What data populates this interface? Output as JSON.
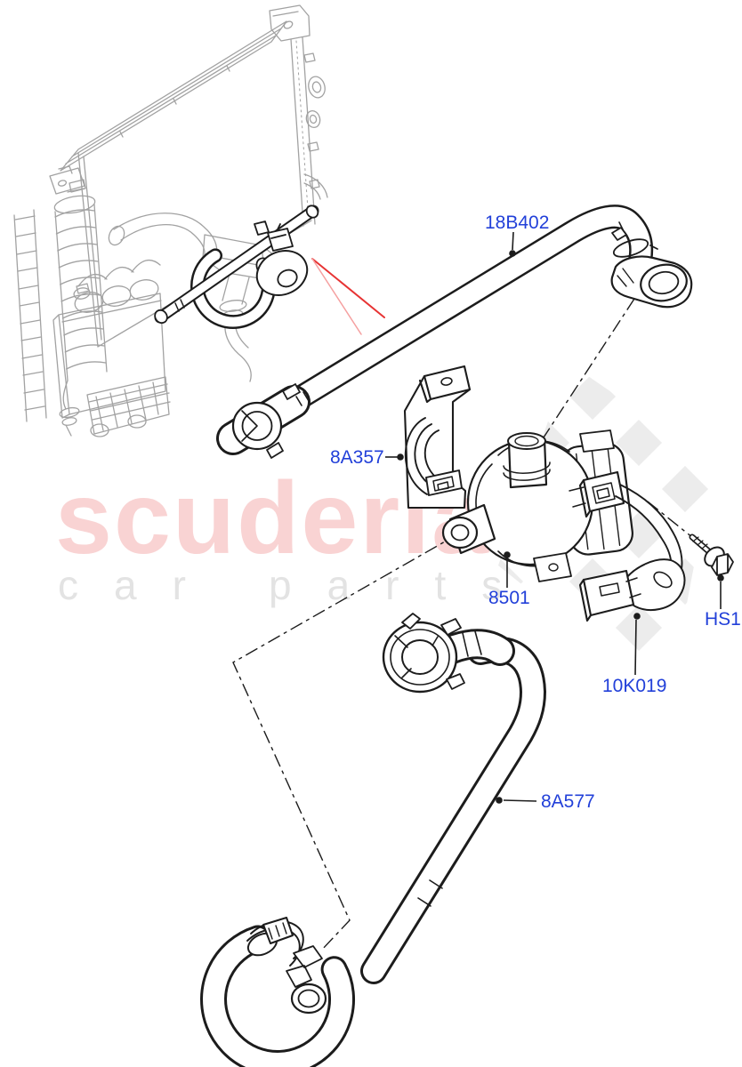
{
  "watermark": {
    "brand": "scuderia",
    "word1": "car",
    "word2": "parts",
    "brand_color": "#f9d3d3",
    "sub_color": "#e3e3e3",
    "checker_color": "#ececec"
  },
  "labels": {
    "upper_hose": "18B402",
    "pump_bracket": "8A357",
    "pump": "8501",
    "mount_bracket": "10K019",
    "bolt": "HS1",
    "lower_hose": "8A577"
  },
  "colors": {
    "label_blue": "#2240d9",
    "line_black": "#1c1c1c",
    "radiator_gray": "#a2a2a2",
    "pointer_red": "#e73333",
    "pointer_red_light": "#f5a0a0"
  }
}
